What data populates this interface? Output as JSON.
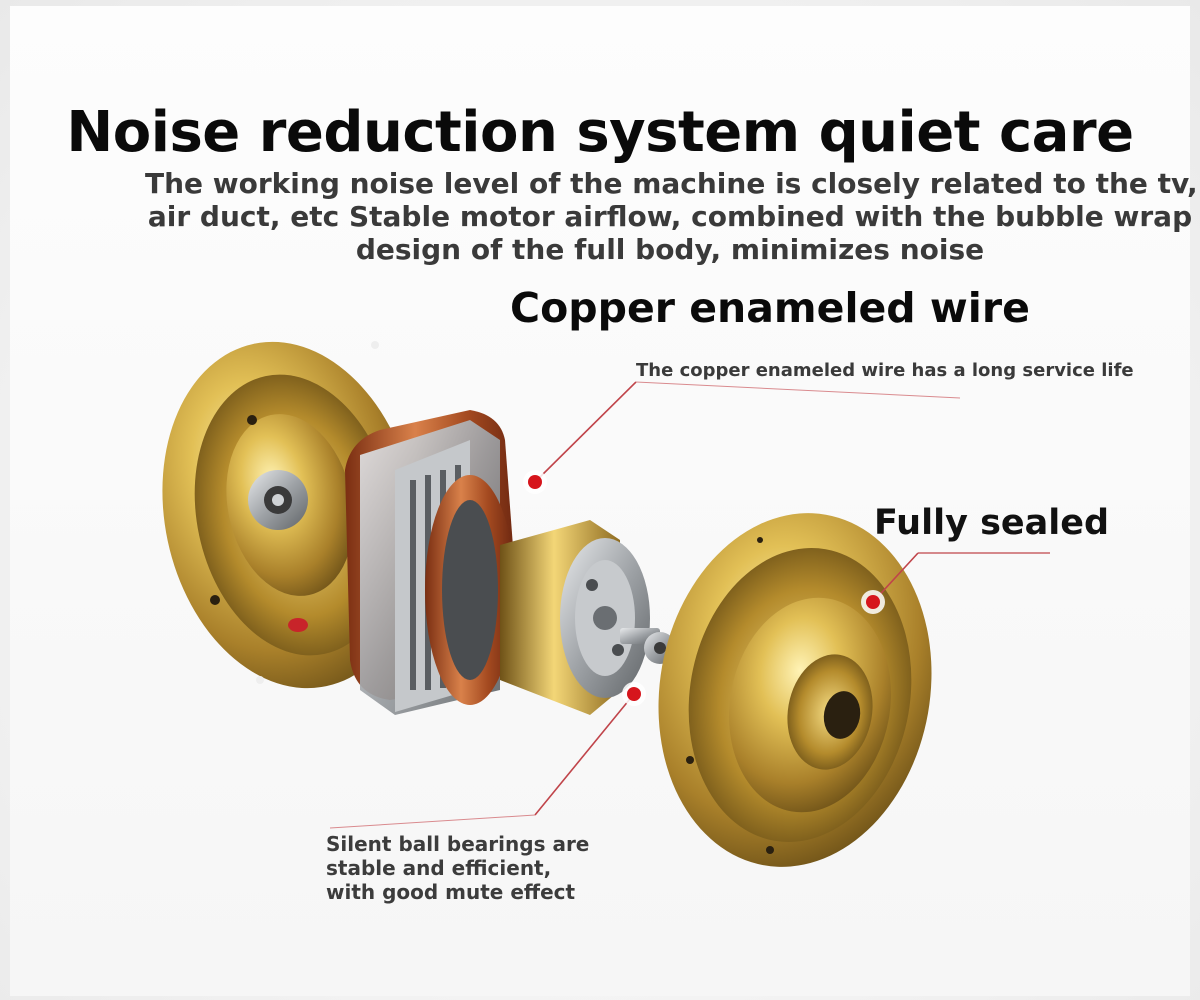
{
  "title": "Noise reduction system quiet care",
  "description": {
    "line1": "The working noise level of the machine is closely related to the tv,",
    "line2": "air duct, etc Stable motor airflow, combined with the bubble wrap",
    "line3": "design of the full body, minimizes noise"
  },
  "features": {
    "copper": {
      "heading": "Copper enameled wire",
      "note": "The copper enameled wire has a long service life"
    },
    "sealed": {
      "heading": "Fully sealed"
    },
    "bearing": {
      "line1": "Silent ball bearings are",
      "line2": "stable and efficient,",
      "line3": "with good mute effect"
    }
  },
  "colors": {
    "callout_dot": "#d6151c",
    "callout_line": "#c0444a",
    "brass": "#c9a43a",
    "copper_coil": "#b4552a",
    "steel": "#a9acb0"
  }
}
